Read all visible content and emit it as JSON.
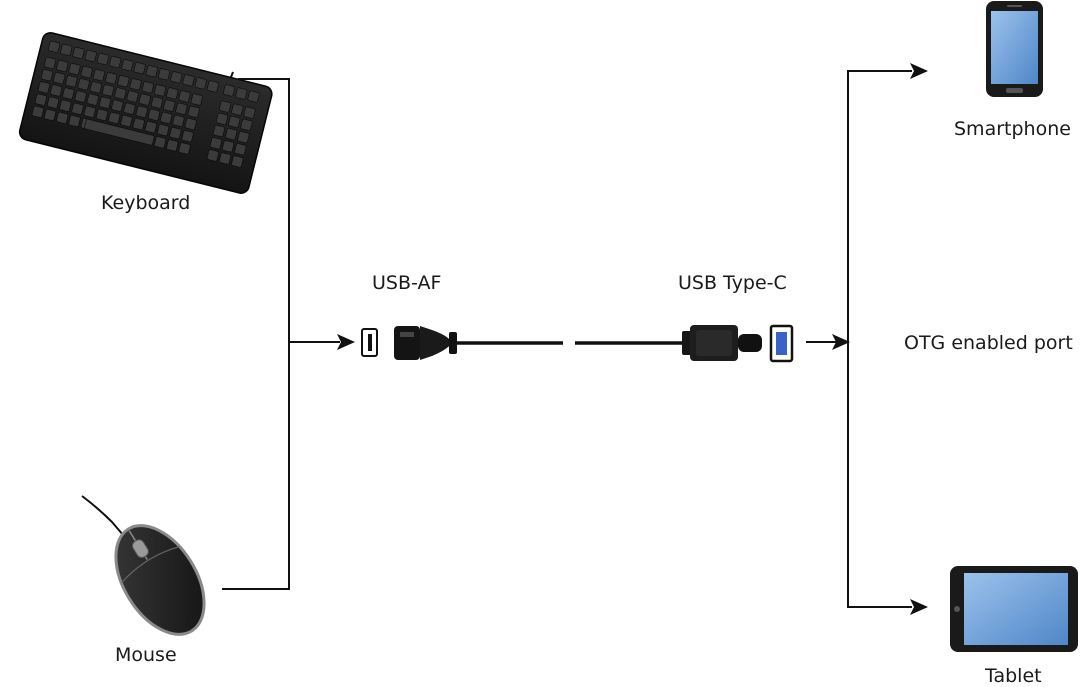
{
  "labels": {
    "keyboard": "Keyboard",
    "mouse": "Mouse",
    "usb_af": "USB-AF",
    "usb_type_c": "USB Type-C",
    "otg_port": "OTG enabled port",
    "smartphone": "Smartphone",
    "tablet": "Tablet"
  },
  "icons": {
    "keyboard": "keyboard-icon",
    "mouse": "mouse-icon",
    "usb_a_port": "usb-a-port-icon",
    "usb_af_connector": "usb-af-connector-icon",
    "cable": "cable-icon",
    "usb_c_connector": "usb-c-connector-icon",
    "usb_c_port": "usb-c-port-icon",
    "smartphone": "smartphone-icon",
    "tablet": "tablet-icon"
  },
  "colors": {
    "line": "#111111",
    "device_body": "#1c1c1c",
    "screen": "#6f9fd6",
    "usb_port_blue": "#3a63c9",
    "mouse_accent": "#9a9a9a"
  }
}
